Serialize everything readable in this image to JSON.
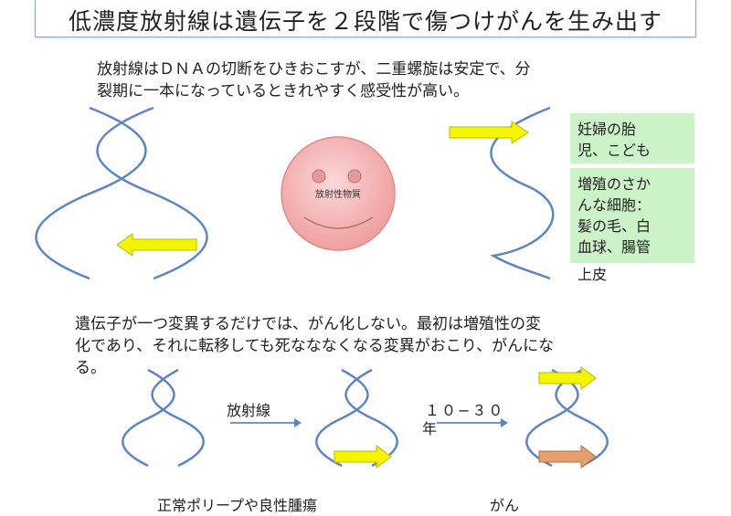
{
  "title": "低濃度放射線は遺伝子を２段階で傷つけがんを生み出す",
  "intro_text_line1": "放射線はＤＮＡの切断をひきおこすが、二重螺旋は安定で、分",
  "intro_text_line2": "裂期に一本になっているときれやすく感受性が高い。",
  "face_label": "放射性物質",
  "green_box_1_line1": "妊婦の胎",
  "green_box_1_line2": "児、こども",
  "green_box_2_line1": "増殖のさか",
  "green_box_2_line2": "んな細胞：",
  "green_box_2_line3": "髪の毛、白",
  "green_box_2_line4": "血球、腸管",
  "green_box_2_line5": "上皮",
  "second_text_line1": "遺伝子が一つ変異するだけでは、がん化しない。最初は増殖性の変",
  "second_text_line2": "化であり、それに転移しても死なななくなる変異がおこり、がんにな",
  "second_text_line3": "る。",
  "arrow_label_radiation": "放射線",
  "arrow_label_years_1": "１０−３０",
  "arrow_label_years_2": "年",
  "caption_left": "正常ポリープや良性腫瘍",
  "caption_right": "がん",
  "colors": {
    "helix": "#5b86c0",
    "yellow_arrow": "#f5f500",
    "orange_arrow": "#e6a070",
    "green_box": "#ccf2c8",
    "face": "#f2a0a0"
  }
}
